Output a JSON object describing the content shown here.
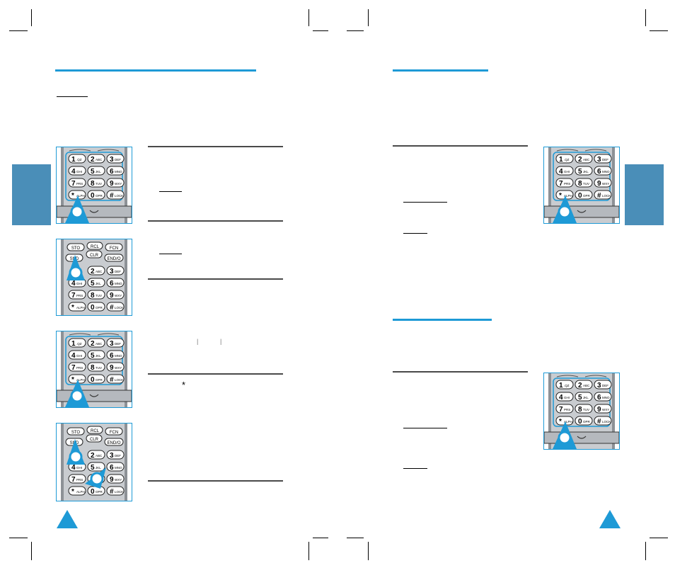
{
  "keypad": {
    "keys": {
      "k1": "1",
      "k1s": ".QZ",
      "k2": "2",
      "k2s": "ABC",
      "k3": "3",
      "k3s": "DEF",
      "k4": "4",
      "k4s": "GHI",
      "k5": "5",
      "k5s": "JKL",
      "k6": "6",
      "k6s": "MNO",
      "k7": "7",
      "k7s": "PRS",
      "k8": "8",
      "k8s": "TUV",
      "k9": "9",
      "k9s": "WXY",
      "k0": "0",
      "k0s": "OPR",
      "kstar": "*",
      "kstars": "ALPH",
      "khash": "#",
      "khashs": "LOCK"
    },
    "soft": {
      "sto": "STO",
      "rcl": "RCL",
      "fcn": "FCN",
      "clr": "CLR",
      "snd": "SND",
      "end": "END/O"
    }
  },
  "left_page": {
    "fragment": {
      "bar": "|",
      "star": "*"
    }
  },
  "colors": {
    "accent": "#1e9ad6",
    "side_tab": "#4a8eb8"
  }
}
